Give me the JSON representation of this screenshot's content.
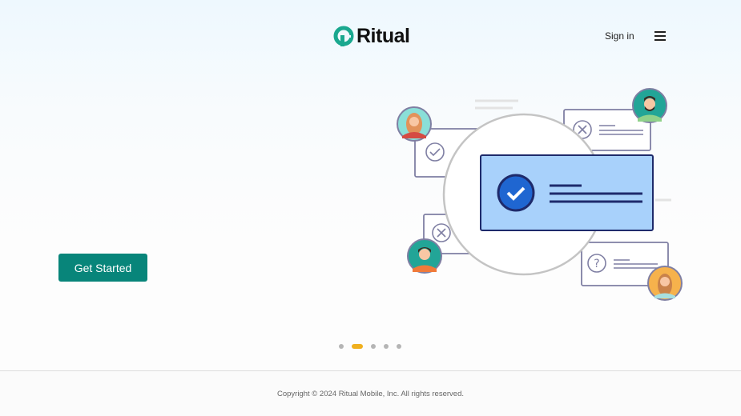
{
  "header": {
    "brand": "Ritual",
    "sign_in": "Sign in",
    "menu_icon": "hamburger-icon"
  },
  "hero": {
    "cta_label": "Get Started"
  },
  "carousel": {
    "count": 5,
    "active_index": 1
  },
  "footer": {
    "copyright": "Copyright © 2024 Ritual Mobile, Inc. All rights reserved."
  },
  "colors": {
    "brand": "#1aa88f",
    "cta": "#08857a",
    "active_dot": "#f0b01e",
    "card_blue": "#a8d1fb"
  }
}
